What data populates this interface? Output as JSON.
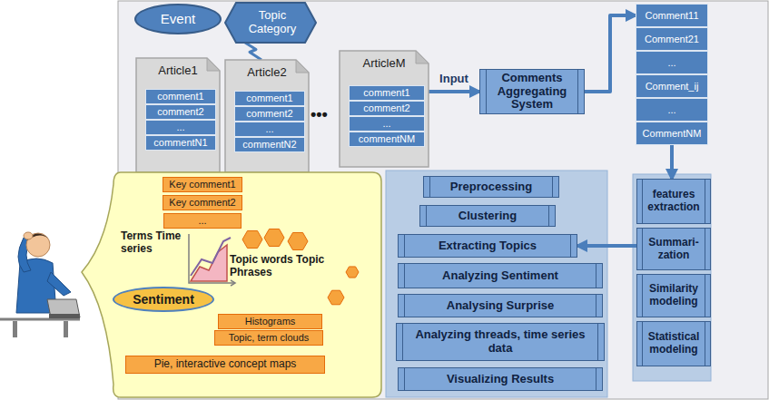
{
  "diagram": {
    "nodes": [
      {
        "text": [
          "Event"
        ]
      },
      {
        "text": [
          "Topic Category"
        ]
      },
      {
        "text": [
          "Article1"
        ]
      },
      {
        "text": [
          "comment1"
        ],
        "in": 2
      },
      {
        "text": [
          "comment2"
        ],
        "in": 2
      },
      {
        "text": [
          "..."
        ],
        "in": 2
      },
      {
        "text": [
          "commentN1"
        ],
        "in": 2
      },
      {
        "text": [
          "Article2"
        ]
      },
      {
        "text": [
          "comment1"
        ],
        "in": 7
      },
      {
        "text": [
          "comment2"
        ],
        "in": 7
      },
      {
        "text": [
          "..."
        ],
        "in": 7
      },
      {
        "text": [
          "commentN2"
        ],
        "in": 7
      },
      {
        "text": [
          "ArticleM"
        ]
      },
      {
        "text": [
          "comment1"
        ],
        "in": 12
      },
      {
        "text": [
          "comment2"
        ],
        "in": 12
      },
      {
        "text": [
          "..."
        ],
        "in": 12
      },
      {
        "text": [
          "commentNM"
        ],
        "in": 12
      },
      {
        "text": [
          "Comments Aggregating System"
        ]
      },
      {
        "text": [
          "Comment11"
        ]
      },
      {
        "text": [
          "Comment21"
        ]
      },
      {
        "text": [
          "..."
        ]
      },
      {
        "text": [
          "Comment_ij"
        ]
      },
      {
        "text": [
          "..."
        ]
      },
      {
        "text": [
          "CommentNM"
        ]
      },
      {
        "text": [
          "features extraction"
        ]
      },
      {
        "text": [
          "Summari- zation"
        ]
      },
      {
        "text": [
          "Similarity modeling"
        ]
      },
      {
        "text": [
          "Statistical modeling"
        ]
      },
      {
        "text": [
          "Preprocessing"
        ]
      },
      {
        "text": [
          "Clustering"
        ]
      },
      {
        "text": [
          "Extracting Topics"
        ]
      },
      {
        "text": [
          "Analyzing Sentiment"
        ]
      },
      {
        "text": [
          "Analysing Surprise"
        ]
      },
      {
        "text": [
          "Analyzing threads, time series data"
        ]
      },
      {
        "text": [
          "Visualizing Results"
        ]
      },
      {
        "text": [
          "Terms Time series",
          "Topic words Topic Phrases"
        ]
      },
      {
        "text": [
          "Key comment1"
        ],
        "in": 35
      },
      {
        "text": [
          "Key comment2"
        ],
        "in": 35
      },
      {
        "text": [
          "..."
        ],
        "in": 35
      },
      {
        "text": [
          "Sentiment"
        ],
        "in": 35
      },
      {
        "text": [
          "Histograms"
        ],
        "in": 35
      },
      {
        "text": [
          "Topic, term clouds"
        ],
        "in": 35
      },
      {
        "text": [
          "Pie, interactive concept maps"
        ],
        "in": 35
      }
    ],
    "edges": [
      {
        "from": 1,
        "to": 7,
        "arrow": "none"
      },
      {
        "from": 12,
        "to": 17,
        "label": "Input",
        "arrow": "to"
      },
      {
        "from": 17,
        "to": 18,
        "arrow": "to"
      },
      {
        "from": 23,
        "to": 24,
        "arrow": "to"
      },
      {
        "from": 25,
        "to": 30,
        "arrow": "to"
      }
    ],
    "labels": [
      "•••"
    ]
  }
}
